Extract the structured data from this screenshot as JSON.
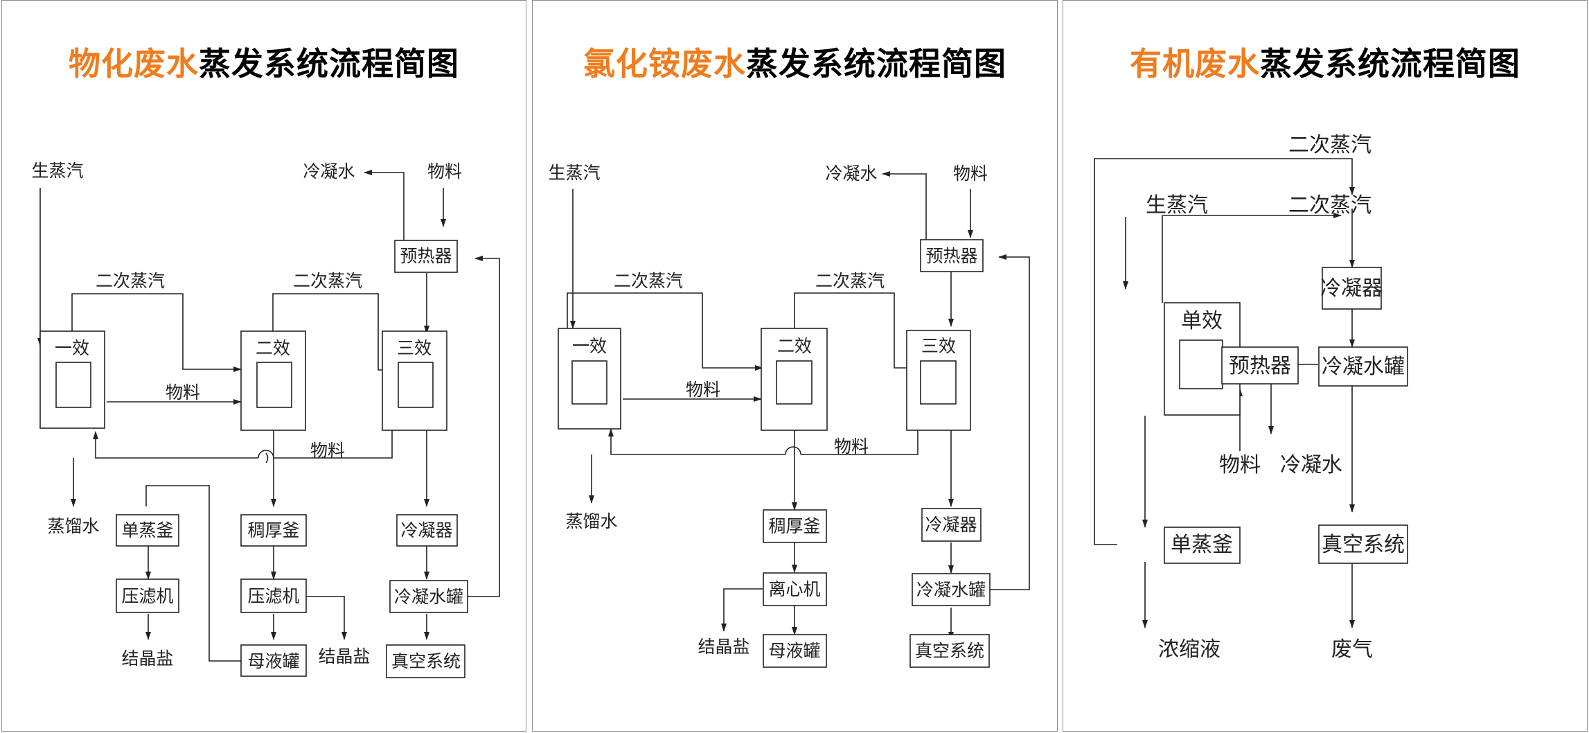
{
  "colors": {
    "highlight": "#f07c1d",
    "text": "#000000",
    "line": "#222222",
    "border": "#8a8a8a"
  },
  "panels": [
    {
      "title_highlight": "物化废水",
      "title_rest": "蒸发系统流程简图",
      "labels": {
        "live_steam": "生蒸汽",
        "condensate_water": "冷凝水",
        "feed_top": "物料",
        "preheater": "预热器",
        "secondary_steam_1": "二次蒸汽",
        "secondary_steam_2": "二次蒸汽",
        "effect_1": "一效",
        "effect_2": "二效",
        "effect_3": "三效",
        "feed_mid": "物料",
        "feed_return": "物料",
        "distilled_water": "蒸馏水",
        "single_still": "单蒸釜",
        "thickener": "稠厚釜",
        "condenser": "冷凝器",
        "filter_press_1": "压滤机",
        "filter_press_2": "压滤机",
        "condensate_tank": "冷凝水罐",
        "salt_1": "结晶盐",
        "mother_liquor": "母液罐",
        "salt_2": "结晶盐",
        "vacuum": "真空系统"
      }
    },
    {
      "title_highlight": "氯化铵废水",
      "title_rest": "蒸发系统流程简图",
      "labels": {
        "live_steam": "生蒸汽",
        "condensate_water": "冷凝水",
        "feed_top": "物料",
        "preheater": "预热器",
        "secondary_steam_1": "二次蒸汽",
        "secondary_steam_2": "二次蒸汽",
        "effect_1": "一效",
        "effect_2": "二效",
        "effect_3": "三效",
        "feed_mid": "物料",
        "feed_return": "物料",
        "distilled_water": "蒸馏水",
        "thickener": "稠厚釜",
        "condenser": "冷凝器",
        "centrifuge": "离心机",
        "condensate_tank": "冷凝水罐",
        "salt": "结晶盐",
        "mother_liquor": "母液罐",
        "vacuum": "真空系统"
      }
    },
    {
      "title_highlight": "有机废水",
      "title_rest": "蒸发系统流程简图",
      "labels": {
        "secondary_steam_top": "二次蒸汽",
        "live_steam": "生蒸汽",
        "secondary_steam_inner": "二次蒸汽",
        "condenser": "冷凝器",
        "single_effect": "单效",
        "preheater": "预热器",
        "condensate_tank": "冷凝水罐",
        "feed": "物料",
        "condensate_water": "冷凝水",
        "single_still": "单蒸釜",
        "vacuum": "真空系统",
        "concentrate": "浓缩液",
        "exhaust": "废气"
      }
    }
  ]
}
